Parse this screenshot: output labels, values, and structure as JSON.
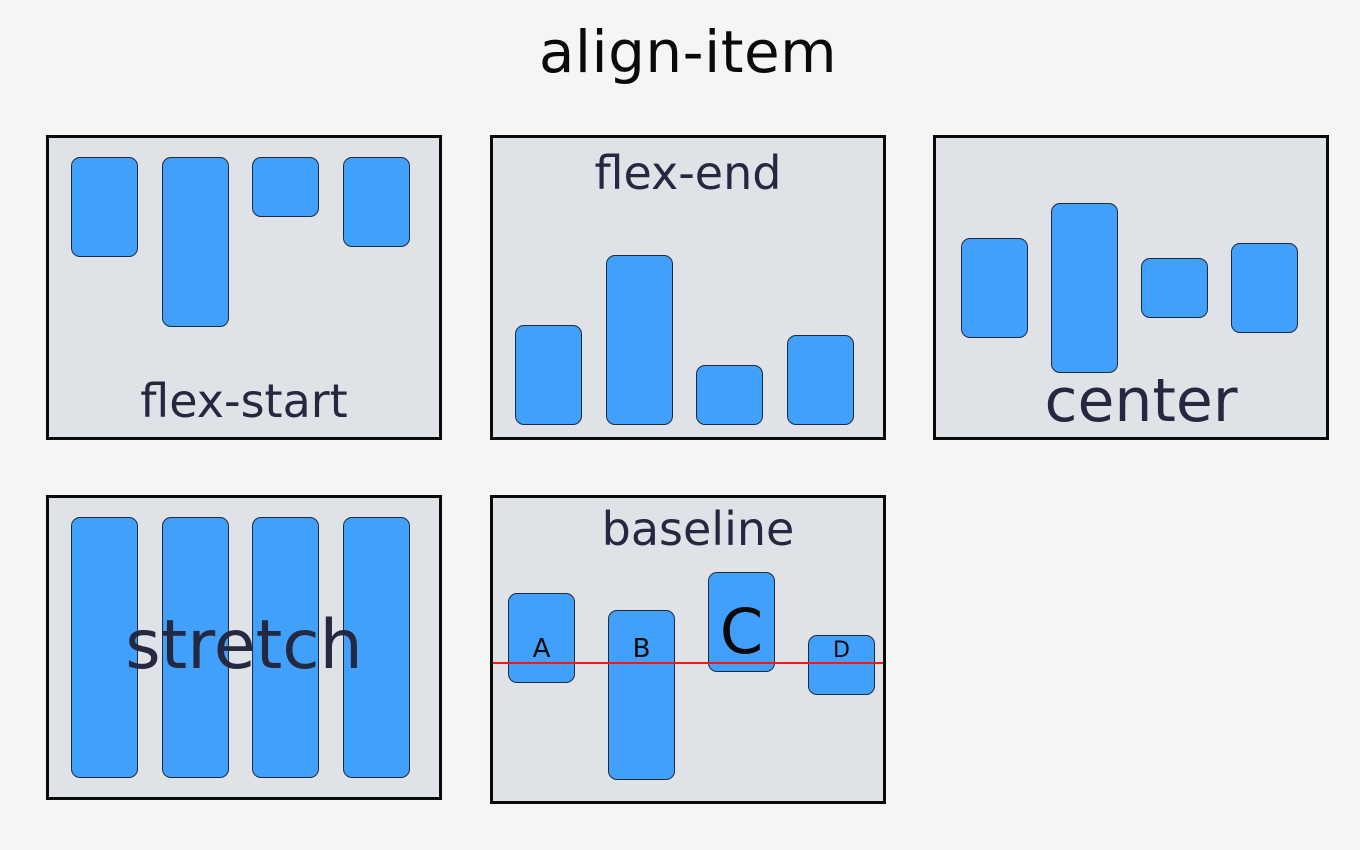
{
  "title": "align-item",
  "panels": {
    "flex_start": {
      "label": "flex-start"
    },
    "flex_end": {
      "label": "flex-end"
    },
    "center": {
      "label": "center"
    },
    "stretch": {
      "label": "stretch"
    },
    "baseline": {
      "label": "baseline",
      "items": [
        "A",
        "B",
        "C",
        "D"
      ]
    }
  },
  "colors": {
    "background": "#f5f5f5",
    "panel": "#dfe2e7",
    "item": "#42a0fd",
    "border": "#0a0a0a",
    "label_text": "#242840",
    "baseline_line": "#ee1a1a"
  }
}
